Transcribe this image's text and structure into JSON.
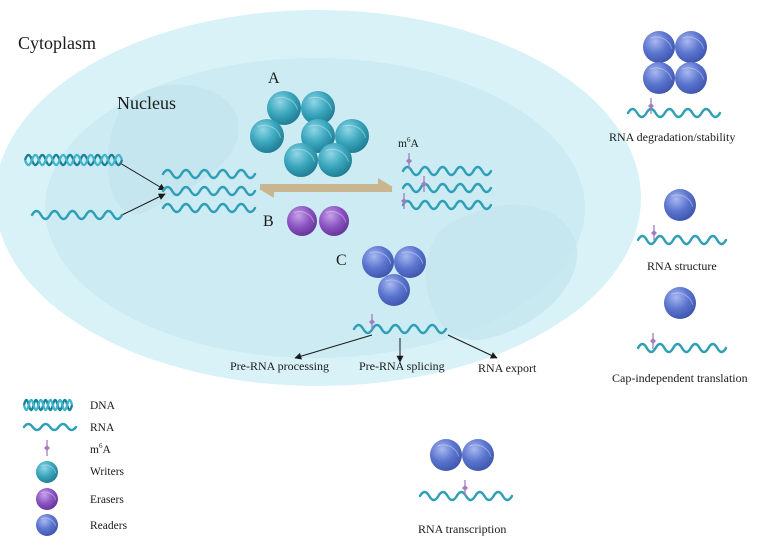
{
  "regions": {
    "cytoplasm": "Cytoplasm",
    "nucleus": "Nucleus"
  },
  "markers": {
    "a": "A",
    "b": "B",
    "c": "C"
  },
  "m6a": {
    "base": "m",
    "sup": "6",
    "tail": "A"
  },
  "processes": {
    "processing": "Pre-RNA processing",
    "splicing": "Pre-RNA splicing",
    "export": "RNA export"
  },
  "outcomes": {
    "degradation": "RNA degradation/stability",
    "structure": "RNA structure",
    "translation": "Cap-independent translation",
    "transcription": "RNA transcription"
  },
  "legend": {
    "dna": "DNA",
    "rna": "RNA",
    "m6a_base": "m",
    "m6a_sup": "6",
    "m6a_tail": "A",
    "writers": "Writers",
    "erasers": "Erasers",
    "readers": "Readers"
  },
  "colors": {
    "cell_fill": "#d6f1f7",
    "nucleus_fill": "#c9eaf2",
    "rna_stroke": "#2e9fb7",
    "writer": "#3aa6bd",
    "eraser": "#8c55c2",
    "reader": "#5b75cf",
    "m6a_pin": "#a27ec0",
    "equilibrium_arrow": "#c9b690"
  }
}
